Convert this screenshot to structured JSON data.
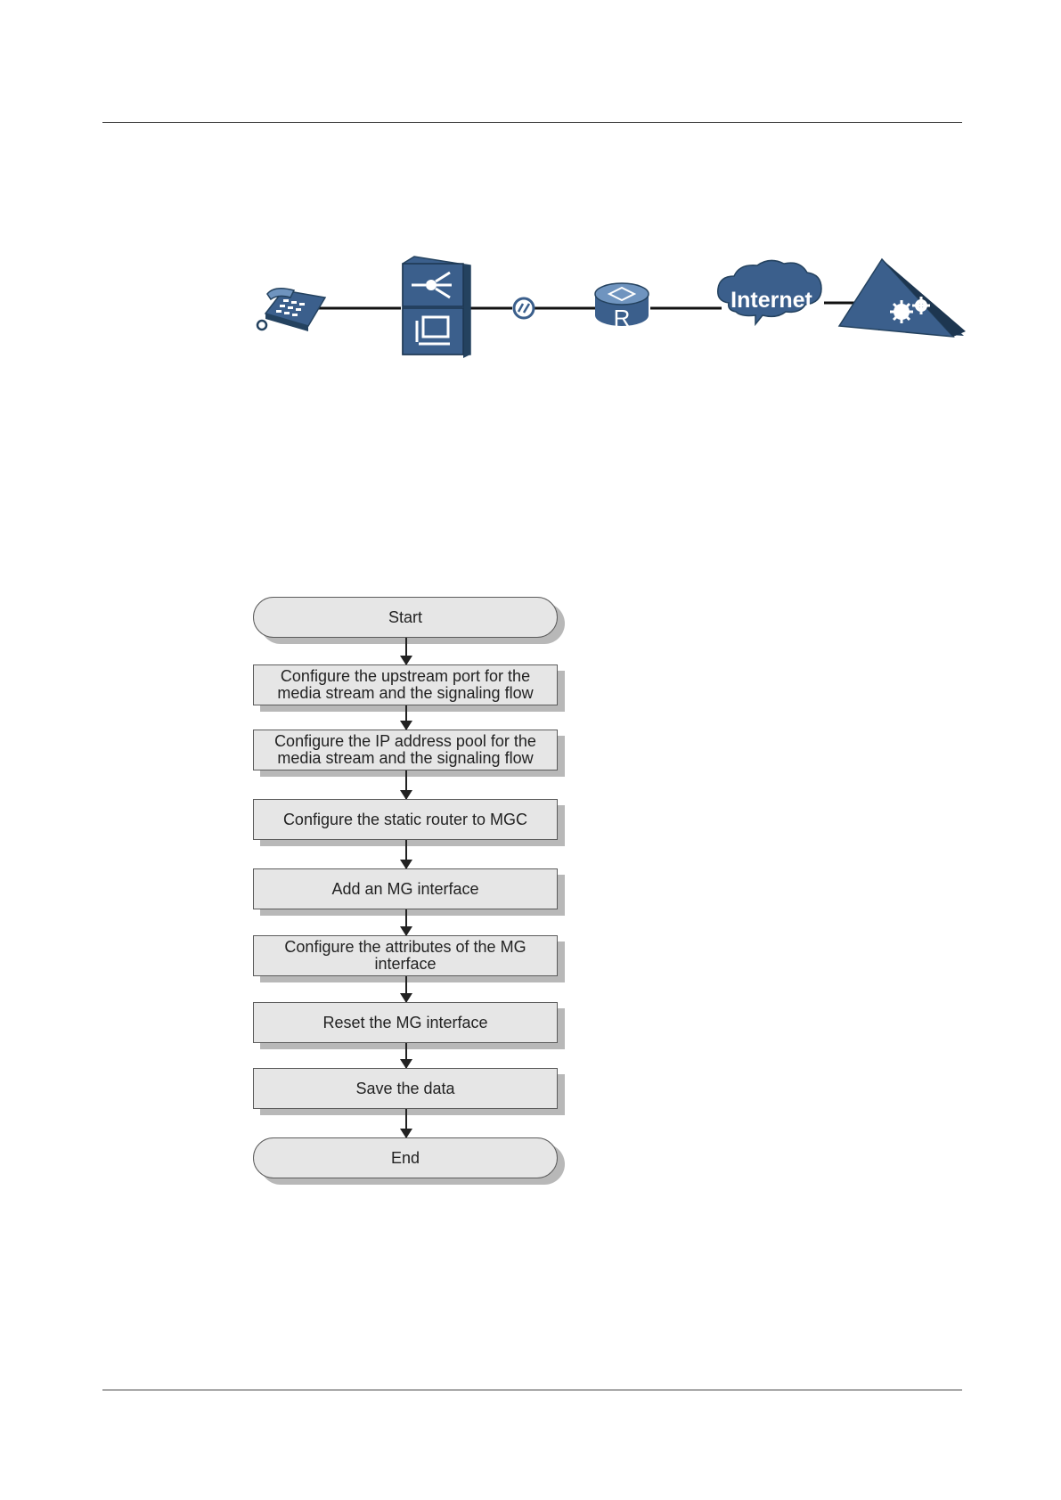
{
  "network": {
    "cloud_label": "Internet",
    "router_label": "R",
    "nodes": [
      {
        "name": "phone-icon"
      },
      {
        "name": "access-device-icon"
      },
      {
        "name": "port-connector-icon"
      },
      {
        "name": "router-icon"
      },
      {
        "name": "internet-cloud-icon"
      },
      {
        "name": "softswitch-icon"
      }
    ],
    "colors": {
      "device": "#3b5f8c",
      "device_dark": "#24425f",
      "device_light": "#6f94bf",
      "line": "#111111"
    }
  },
  "flowchart": {
    "steps": [
      {
        "label": "Start",
        "shape": "terminal"
      },
      {
        "label": "Configure the upstream port for the media stream and the signaling flow",
        "shape": "process"
      },
      {
        "label": "Configure the IP address pool for the media stream and the signaling flow",
        "shape": "process"
      },
      {
        "label": "Configure the static router to MGC",
        "shape": "process"
      },
      {
        "label": "Add an MG interface",
        "shape": "process"
      },
      {
        "label": "Configure the attributes of the MG interface",
        "shape": "process"
      },
      {
        "label": "Reset the MG interface",
        "shape": "process"
      },
      {
        "label": "Save the data",
        "shape": "process"
      },
      {
        "label": "End",
        "shape": "terminal"
      }
    ],
    "colors": {
      "box_fill": "#e6e6e6",
      "box_border": "#5c5c5c",
      "shadow": "#b8b8b8"
    }
  }
}
